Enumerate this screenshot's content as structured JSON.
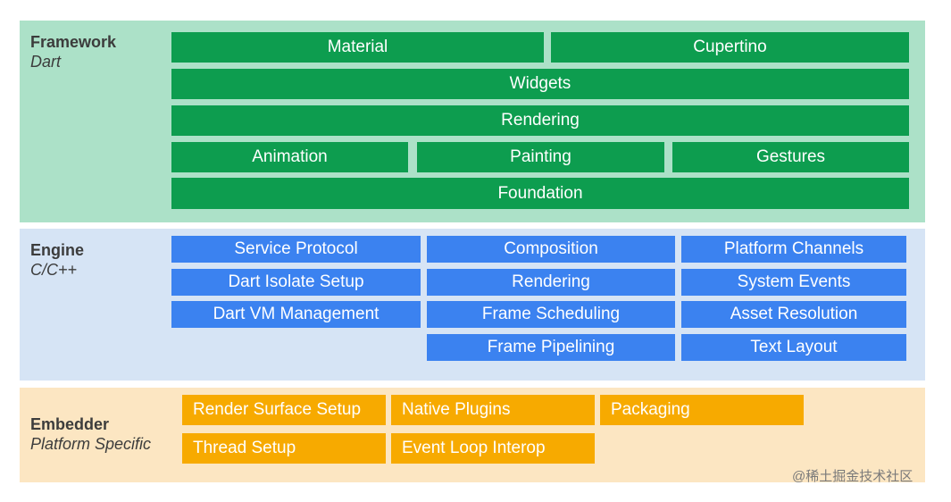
{
  "framework": {
    "title": "Framework",
    "subtitle": "Dart",
    "boxes": [
      "Material",
      "Cupertino",
      "Widgets",
      "Rendering",
      "Animation",
      "Painting",
      "Gestures",
      "Foundation"
    ]
  },
  "engine": {
    "title": "Engine",
    "subtitle": "C/C++",
    "boxes": [
      "Service Protocol",
      "Composition",
      "Platform Channels",
      "Dart Isolate Setup",
      "Rendering",
      "System Events",
      "Dart VM Management",
      "Frame Scheduling",
      "Asset Resolution",
      "Frame Pipelining",
      "Text Layout"
    ]
  },
  "embedder": {
    "title": "Embedder",
    "subtitle": "Platform Specific",
    "boxes": [
      "Render Surface Setup",
      "Native Plugins",
      "Packaging",
      "Thread Setup",
      "Event Loop Interop"
    ]
  },
  "watermark": "@稀土掘金技术社区",
  "colors": {
    "framework_bg": "#ace1c8",
    "framework_box": "#0d9d4f",
    "engine_bg": "#d6e4f5",
    "engine_box": "#3b82f0",
    "embedder_bg": "#fce6c2",
    "embedder_box": "#f7aa00"
  }
}
